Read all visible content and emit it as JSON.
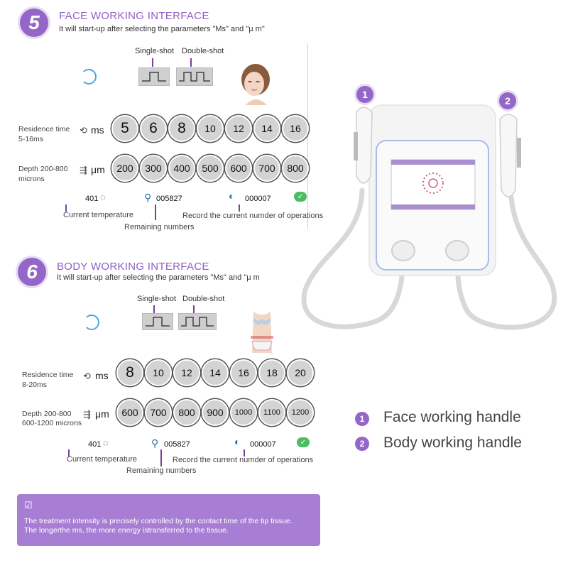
{
  "face": {
    "badge": "5",
    "title": "FACE WORKING INTERFACE",
    "subtitle": "It will start-up after selecting the parameters \"Ms\" and \"μ m\"",
    "single_shot": "Single-shot",
    "double_shot": "Double-shot",
    "residence_label": "Residence time",
    "residence_range": "5-16ms",
    "residence_unit": "ms",
    "residence_values": [
      "5",
      "6",
      "8",
      "10",
      "12",
      "14",
      "16"
    ],
    "depth_label": "Depth 200-800",
    "depth_unit_label": "microns",
    "depth_unit": "μm",
    "depth_values": [
      "200",
      "300",
      "400",
      "500",
      "600",
      "700",
      "800"
    ],
    "temp_value": "401",
    "remaining_value": "005827",
    "operations_value": "000007",
    "current_temperature": "Current temperature",
    "remaining_numbers": "Remaining numbers",
    "record_operations": "Record the current numder of operations"
  },
  "body": {
    "badge": "6",
    "title": "BODY WORKING INTERFACE",
    "subtitle": "It will start-up after selecting the parameters \"Ms\" and \"μ m",
    "single_shot": "Single-shot",
    "double_shot": "Double-shot",
    "residence_label": "Residence time",
    "residence_range": "8-20ms",
    "residence_unit": "ms",
    "residence_values": [
      "8",
      "10",
      "12",
      "14",
      "16",
      "18",
      "20"
    ],
    "depth_label": "Depth 200-800",
    "depth_unit_label": "600-1200 microns",
    "depth_unit": "μm",
    "depth_values": [
      "600",
      "700",
      "800",
      "900",
      "1000",
      "1100",
      "1200"
    ],
    "temp_value": "401",
    "remaining_value": "005827",
    "operations_value": "000007",
    "current_temperature": "Current temperature",
    "remaining_numbers": "Remaining numbers",
    "record_operations": "Record the current numder of operations"
  },
  "note": {
    "line1": "The treatment intensity is precisely controlled by the contact time of the tip tissue.",
    "line2": "The longerthe ms, the more energy istransferred to the tissue."
  },
  "legend": {
    "items": [
      {
        "num": "1",
        "label": "Face working handle"
      },
      {
        "num": "2",
        "label": "Body working handle"
      }
    ]
  },
  "device": {
    "handle1": "1",
    "handle2": "2"
  },
  "colors": {
    "accent": "#9466c8",
    "circle": "#d3d3d3",
    "check": "#4dbb5f",
    "note_bg": "#a77ed3"
  }
}
